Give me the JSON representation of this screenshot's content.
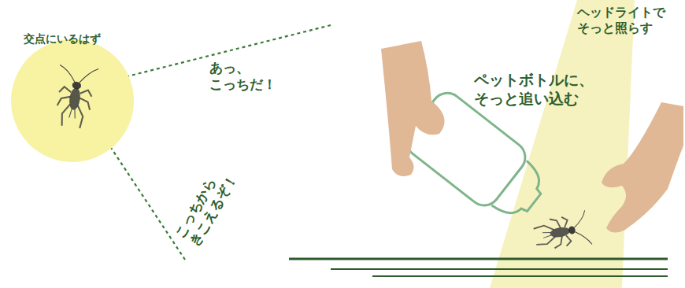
{
  "diagram": {
    "nodes": [
      {
        "text": [
          "交点にいるはず"
        ]
      }
    ],
    "labels": [
      "あっ、 こっちだ！",
      "こっちから きこえるぞ！",
      "ペットボトルに、 そっと追い込む",
      "ヘッドライトで そっと照らす"
    ]
  }
}
